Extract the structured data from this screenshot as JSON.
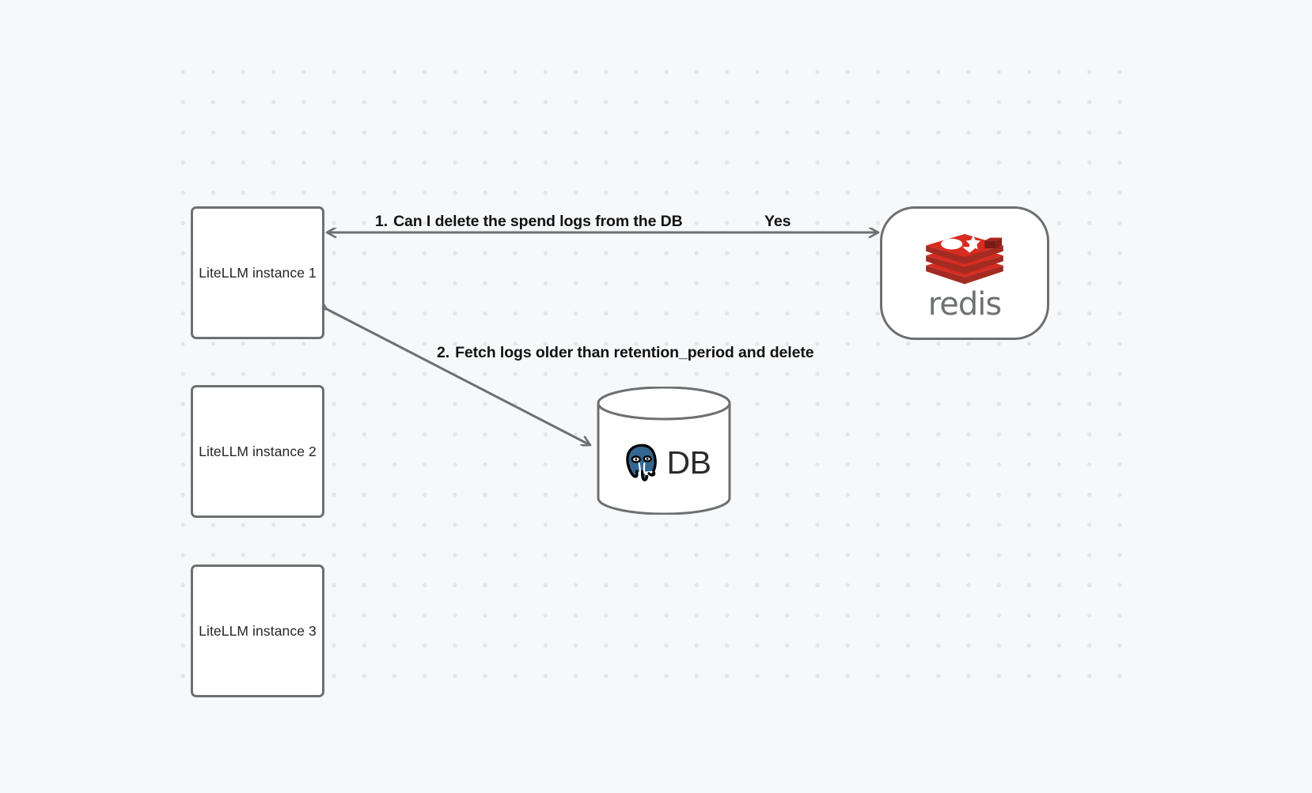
{
  "canvas": {
    "background_color": "#f7f8f9",
    "grid_dot_color": "#e3e5e7",
    "node_stroke_color": "#6d6f71",
    "edge_color": "#6d6f71",
    "label_color": "#121212"
  },
  "nodes": {
    "llm_instances": [
      {
        "id": "llm-1",
        "label": "LiteLLM instance 1"
      },
      {
        "id": "llm-2",
        "label": "LiteLLM instance 2"
      },
      {
        "id": "llm-3",
        "label": "LiteLLM instance 3"
      }
    ],
    "redis": {
      "id": "redis",
      "wordmark": "redis",
      "icon": "redis-logo-icon",
      "brand_color": "#d82c20",
      "wordmark_color": "#6f7273"
    },
    "database": {
      "id": "db",
      "label": "DB",
      "icon": "postgresql-elephant-icon",
      "brand_color": "#336791"
    }
  },
  "edges": [
    {
      "id": "edge-1-request",
      "from": "llm-1",
      "to": "redis",
      "step_number": "1.",
      "label": "Can I delete the spend logs from the DB",
      "direction": "llm-to-redis"
    },
    {
      "id": "edge-1-response",
      "from": "redis",
      "to": "llm-1",
      "label": "Yes",
      "direction": "redis-to-llm"
    },
    {
      "id": "edge-2-fetch",
      "from": "llm-1",
      "to": "db",
      "step_number": "2.",
      "label": "Fetch logs older than retention_period and delete",
      "direction": "llm-to-db"
    }
  ]
}
